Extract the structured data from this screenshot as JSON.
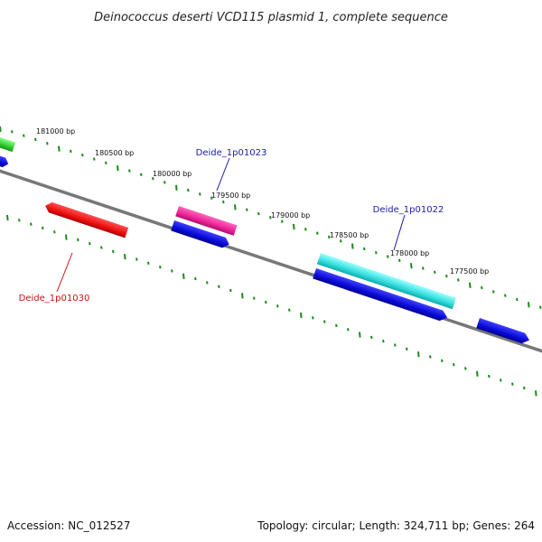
{
  "title": "Deinococcus deserti VCD115 plasmid 1, complete sequence",
  "footer": {
    "accession": "Accession: NC_012527",
    "summary": "Topology: circular; Length: 324,711 bp; Genes: 264"
  },
  "colors": {
    "backbone": "#777777",
    "tick": "#1a8a1a",
    "blue_feature": "#0a0ad8",
    "red_feature": "#ee1111",
    "magenta_feature": "#ee2299",
    "cyan_feature": "#33dddd",
    "green_feature": "#33cc33",
    "label_blue": "#1a1aaa",
    "label_red": "#cc1111"
  },
  "bp_ticks": [
    "181000 bp",
    "180500 bp",
    "180000 bp",
    "179500 bp",
    "179000 bp",
    "178500 bp",
    "178000 bp",
    "177500 bp"
  ],
  "gene_labels": [
    "Deide_1p01023",
    "Deide_1p01022",
    "Deide_1p01030"
  ]
}
